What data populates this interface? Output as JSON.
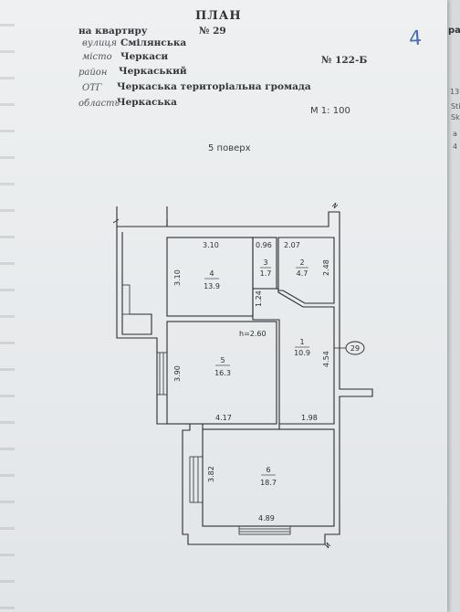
{
  "header": {
    "title": "ПЛАН",
    "apartment_label": "на квартиру",
    "apartment_no": "№ 29",
    "street_label": "вулиця",
    "street_value": "Смілянська",
    "city_label": "місто",
    "city_value": "Черкаси",
    "district_label": "район",
    "district_value": "Черкаський",
    "community_label": "ОТГ",
    "community_value": "Черкаська територіальна громада",
    "region_label": "область",
    "region_value": "Черкаська",
    "building_no": "№ 122-Б",
    "scale": "М 1: 100"
  },
  "handwritten_mark": "4",
  "floor_label": "5 поверх",
  "plan": {
    "ceiling_height": "h=2.60",
    "apartment_marker": "29",
    "rooms": [
      {
        "number": "4",
        "area": "13.9"
      },
      {
        "number": "3",
        "area": "1.7"
      },
      {
        "number": "2",
        "area": "4.7"
      },
      {
        "number": "1",
        "area": "10.9"
      },
      {
        "number": "5",
        "area": "16.3"
      },
      {
        "number": "6",
        "area": "18.7"
      }
    ],
    "dimensions": {
      "room4_width": "3.10",
      "room4_height": "3.10",
      "room3_width": "0.96",
      "room2_width": "2.07",
      "room2_height": "2.48",
      "corridor_width": "1.24",
      "room5_height": "3.90",
      "room5_width": "4.17",
      "room1_height": "4.54",
      "room1_width": "1.98",
      "room6_height": "3.82",
      "room6_width": "4.89"
    }
  },
  "side_page": {
    "fragments": [
      "ра",
      "13",
      "Sti",
      "Skl",
      "a",
      "4"
    ]
  }
}
